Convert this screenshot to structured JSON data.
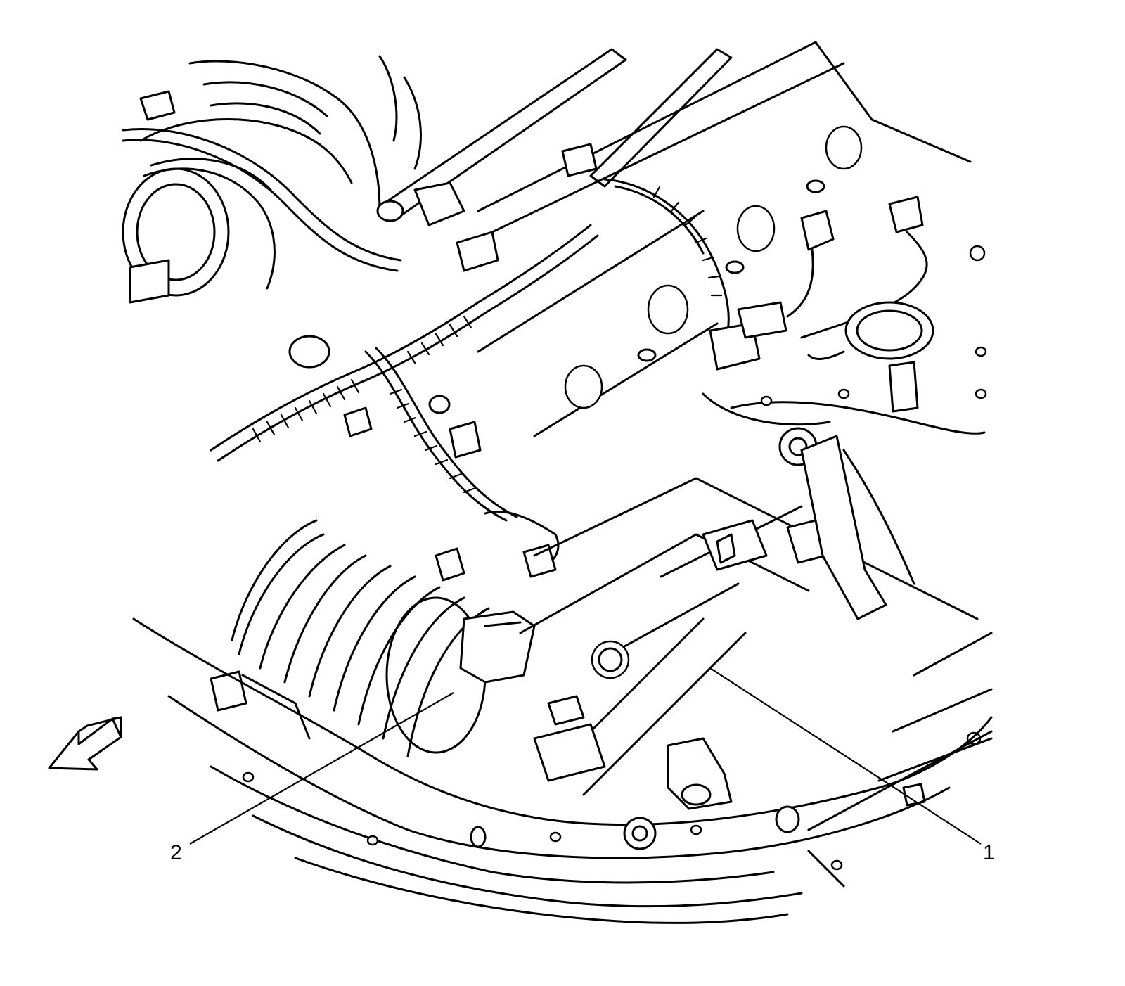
{
  "diagram": {
    "callouts": [
      {
        "id": "callout-1",
        "label": "1"
      },
      {
        "id": "callout-2",
        "label": "2"
      }
    ],
    "direction_arrow_icon": "front-direction-arrow-icon",
    "colors": {
      "line": "#000000",
      "background": "#ffffff"
    }
  }
}
